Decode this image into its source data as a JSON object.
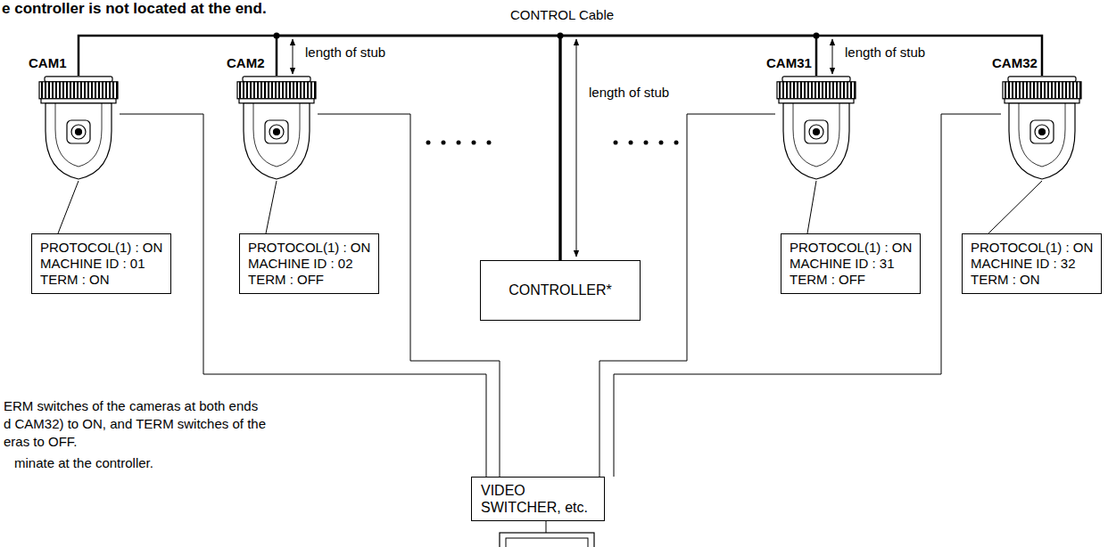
{
  "diagram": {
    "title": "e controller is not located at the end.",
    "nodes": [
      {
        "text": [
          "CAM1"
        ]
      },
      {
        "text": [
          "PROTOCOL(1) : ON",
          "MACHINE ID : 01",
          "TERM : ON"
        ]
      },
      {
        "text": [
          "CAM2"
        ]
      },
      {
        "text": [
          "PROTOCOL(1) : ON",
          "MACHINE ID : 02",
          "TERM : OFF"
        ]
      },
      {
        "text": [
          "CONTROLLER*"
        ]
      },
      {
        "text": [
          "CAM31"
        ]
      },
      {
        "text": [
          "PROTOCOL(1) : ON",
          "MACHINE ID : 31",
          "TERM : OFF"
        ]
      },
      {
        "text": [
          "CAM32"
        ]
      },
      {
        "text": [
          "PROTOCOL(1) : ON",
          "MACHINE ID : 32",
          "TERM : ON"
        ]
      },
      {
        "text": [
          "VIDEO SWITCHER, etc."
        ]
      }
    ],
    "edges": [
      {
        "from": 4,
        "to": 0,
        "arrow": "none"
      },
      {
        "from": 4,
        "to": 2,
        "arrow": "none"
      },
      {
        "from": 4,
        "to": 5,
        "arrow": "none"
      },
      {
        "from": 4,
        "to": 7,
        "arrow": "none"
      },
      {
        "from": 0,
        "to": 1,
        "arrow": "none"
      },
      {
        "from": 2,
        "to": 3,
        "arrow": "none"
      },
      {
        "from": 5,
        "to": 6,
        "arrow": "none"
      },
      {
        "from": 7,
        "to": 8,
        "arrow": "none"
      },
      {
        "from": 0,
        "to": 9,
        "arrow": "none"
      },
      {
        "from": 2,
        "to": 9,
        "arrow": "none"
      },
      {
        "from": 5,
        "to": 9,
        "arrow": "none"
      },
      {
        "from": 7,
        "to": 9,
        "arrow": "none"
      }
    ],
    "labels": [
      "CONTROL Cable",
      "length of stub",
      "length of stub",
      "length of stub",
      "ERM switches of the cameras at both ends",
      "d CAM32) to ON, and TERM switches of the",
      "eras to OFF.",
      "minate at the controller."
    ]
  }
}
